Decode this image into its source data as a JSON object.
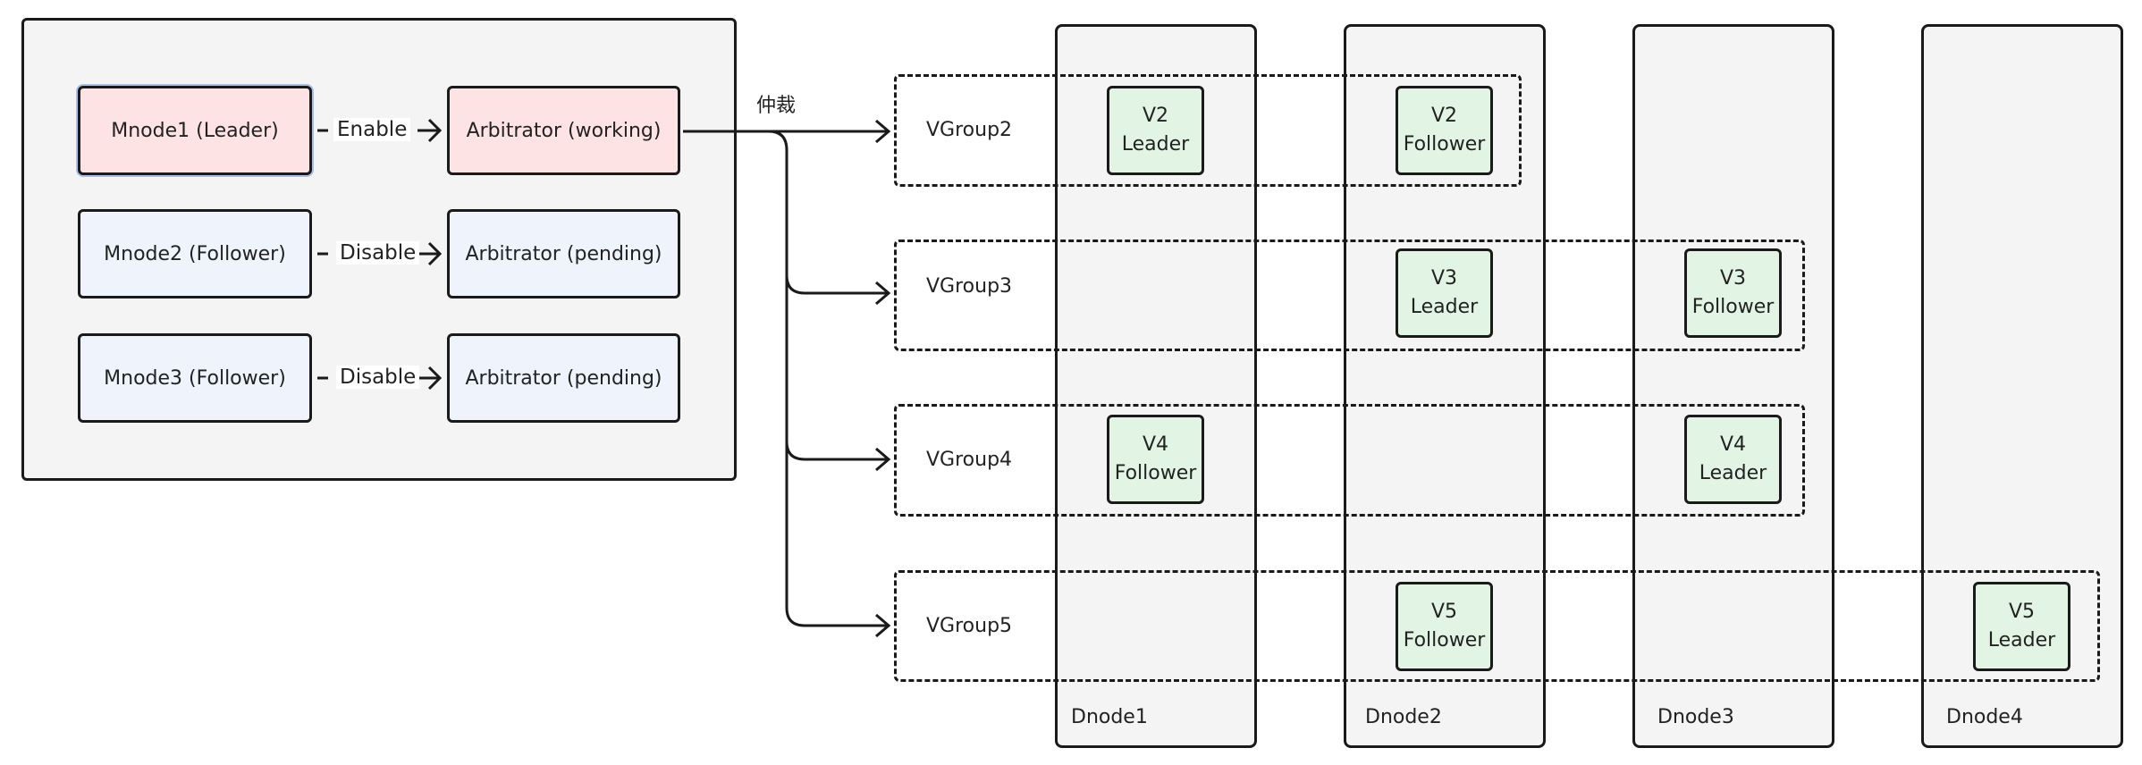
{
  "arbitration_label": "仲裁",
  "mnode_rows": [
    {
      "mnode": "Mnode1 (Leader)",
      "action": "Enable",
      "arbitrator": "Arbitrator (working)",
      "state": "leader"
    },
    {
      "mnode": "Mnode2 (Follower)",
      "action": "Disable",
      "arbitrator": "Arbitrator (pending)",
      "state": "follower"
    },
    {
      "mnode": "Mnode3 (Follower)",
      "action": "Disable",
      "arbitrator": "Arbitrator (pending)",
      "state": "follower"
    }
  ],
  "dnodes": [
    "Dnode1",
    "Dnode2",
    "Dnode3",
    "Dnode4"
  ],
  "vgroups": [
    {
      "label": "VGroup2",
      "vnodes": [
        {
          "dnode": "Dnode1",
          "line1": "V2",
          "line2": "Leader"
        },
        {
          "dnode": "Dnode2",
          "line1": "V2",
          "line2": "Follower"
        }
      ]
    },
    {
      "label": "VGroup3",
      "vnodes": [
        {
          "dnode": "Dnode2",
          "line1": "V3",
          "line2": "Leader"
        },
        {
          "dnode": "Dnode3",
          "line1": "V3",
          "line2": "Follower"
        }
      ]
    },
    {
      "label": "VGroup4",
      "vnodes": [
        {
          "dnode": "Dnode1",
          "line1": "V4",
          "line2": "Follower"
        },
        {
          "dnode": "Dnode3",
          "line1": "V4",
          "line2": "Leader"
        }
      ]
    },
    {
      "label": "VGroup5",
      "vnodes": [
        {
          "dnode": "Dnode2",
          "line1": "V5",
          "line2": "Follower"
        },
        {
          "dnode": "Dnode4",
          "line1": "V5",
          "line2": "Leader"
        }
      ]
    }
  ],
  "colors": {
    "leader_fill": "#fde3e3",
    "follower_fill": "#eef3fc",
    "vnode_fill": "#e2f5e4",
    "panel_fill": "#f4f4f4"
  }
}
